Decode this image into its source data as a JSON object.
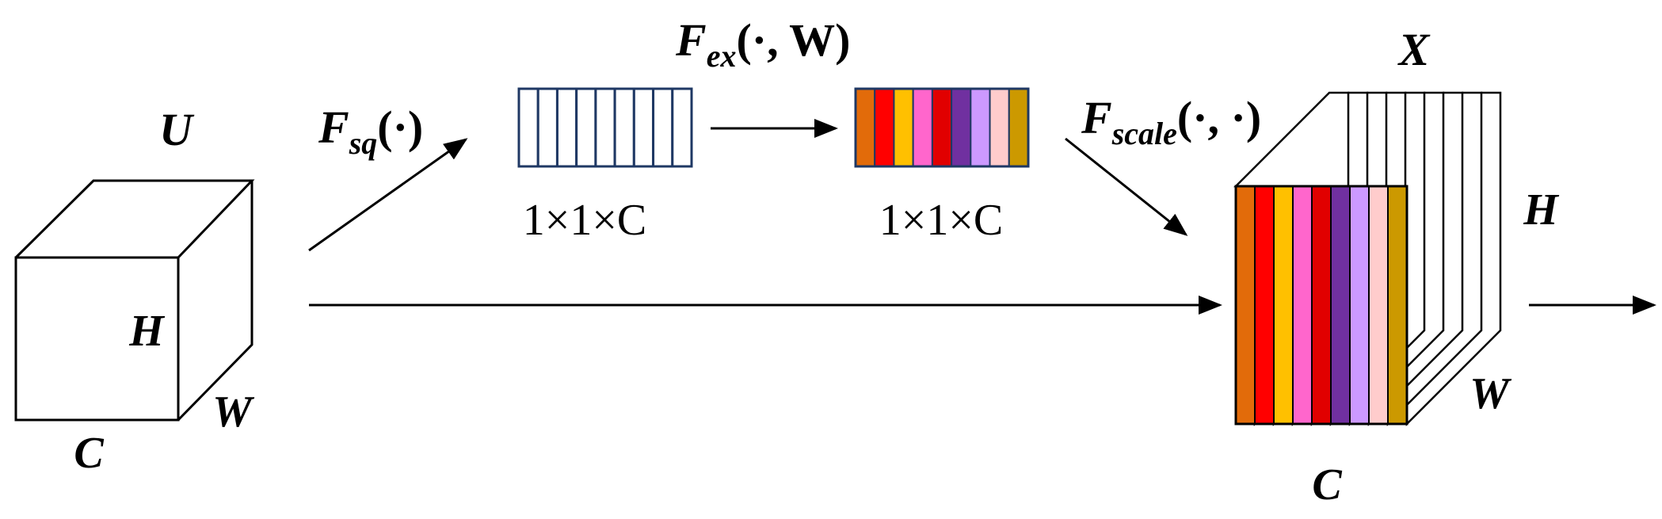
{
  "input": {
    "tensor": "U",
    "h": "H",
    "w": "W",
    "c": "C"
  },
  "squeeze": {
    "func": "F",
    "sub": "sq",
    "args": "(·)"
  },
  "excite": {
    "func": "F",
    "sub": "ex",
    "args": "(·,  W)"
  },
  "scale": {
    "func": "F",
    "sub": "scale",
    "args": "(·, ·)"
  },
  "squeezed_vector": {
    "dims": "1×1×C",
    "channel_count": 9
  },
  "excited_vector": {
    "dims": "1×1×C",
    "colors": [
      "#E26B0A",
      "#FF0000",
      "#FFC000",
      "#FF66CC",
      "#E10000",
      "#7030A0",
      "#CC99FF",
      "#FFCCCC",
      "#CC9900"
    ]
  },
  "output": {
    "tensor": "X",
    "h": "H",
    "w": "W",
    "c": "C",
    "colors": [
      "#E26B0A",
      "#FF0000",
      "#FFC000",
      "#FF66CC",
      "#E10000",
      "#7030A0",
      "#CC99FF",
      "#FFCCCC",
      "#CC9900"
    ]
  }
}
